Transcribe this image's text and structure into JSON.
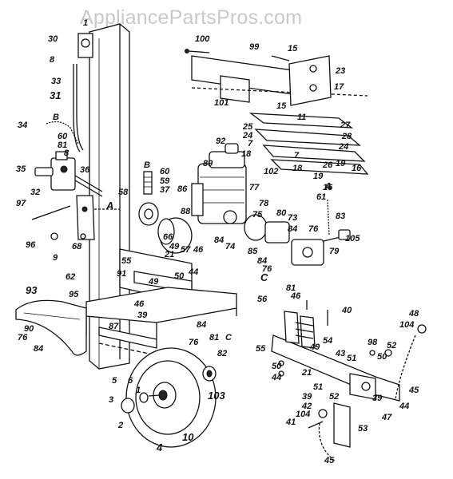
{
  "watermark": "AppliancePartsPros.com",
  "callouts": {
    "c1": "1",
    "c2": "2",
    "c3": "3",
    "c4": "4",
    "c5": "5",
    "c6": "6",
    "c7": "7",
    "c8": "8",
    "c9": "9",
    "c10": "10",
    "c15": "15",
    "c16": "16",
    "c17": "17",
    "c18": "18",
    "c19": "19",
    "c21": "21",
    "c23": "23",
    "c24": "24",
    "c25": "25",
    "c26": "26",
    "c27": "27",
    "c28": "28",
    "c30": "30",
    "c31": "31",
    "c32": "32",
    "c33": "33",
    "c34": "34",
    "c35": "35",
    "c36": "36",
    "c37": "37",
    "c39": "39",
    "c40": "40",
    "c41": "41",
    "c42": "42",
    "c43": "43",
    "c44": "44",
    "c45": "45",
    "c46": "46",
    "c47": "47",
    "c48": "48",
    "c49": "49",
    "c50": "50",
    "c51": "51",
    "c52": "52",
    "c53": "53",
    "c54": "54",
    "c55": "55",
    "c56": "56",
    "c57": "57",
    "c58": "58",
    "c59": "59",
    "c60": "60",
    "c61": "61",
    "c62": "62",
    "c66": "66",
    "c68": "68",
    "c73": "73",
    "c74": "74",
    "c75": "75",
    "c76": "76",
    "c77": "77",
    "c78": "78",
    "c79": "79",
    "c80": "80",
    "c81": "81",
    "c82": "82",
    "c83": "83",
    "c84": "84",
    "c85": "85",
    "c86": "86",
    "c87": "87",
    "c88": "88",
    "c89": "89",
    "c90": "90",
    "c91": "91",
    "c92": "92",
    "c93": "93",
    "c95": "95",
    "c96": "96",
    "c97": "97",
    "c98": "98",
    "c99": "99",
    "c100": "100",
    "c101": "101",
    "c102": "102",
    "c103": "103",
    "c104": "104",
    "c105": "105",
    "cA": "A",
    "cB": "B",
    "cC": "C"
  }
}
